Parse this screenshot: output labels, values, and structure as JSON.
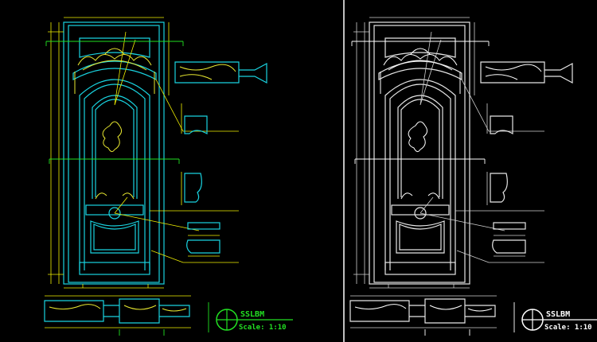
{
  "drawing": {
    "title": "SSLBM",
    "scale": "Scale: 1:10",
    "views": [
      {
        "name": "color-view",
        "palette": {
          "frame": "#19d3e0",
          "dim": "#f0f000",
          "section": "#22e022",
          "ornament": "#e8e830",
          "text": "#22e022"
        }
      },
      {
        "name": "monochrome-view",
        "palette": {
          "frame": "#e6e6e6",
          "dim": "#cfcfcf",
          "section": "#ffffff",
          "ornament": "#ffffff",
          "text": "#ffffff"
        }
      }
    ],
    "divider_color": "#ffffff",
    "background": "#000000"
  }
}
